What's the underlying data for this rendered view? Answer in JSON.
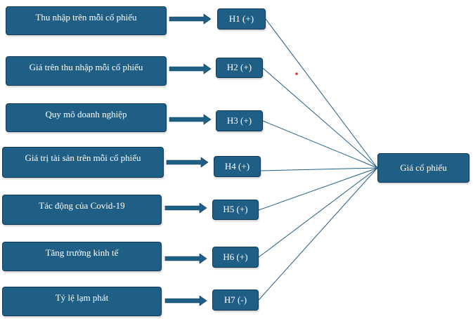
{
  "variables": [
    {
      "label": "Thu nhập trên mỗi cổ phiếu"
    },
    {
      "label": "Giá trên thu nhập mỗi cổ phiếu"
    },
    {
      "label": "Quy mô doanh nghiệp"
    },
    {
      "label": "Giá trị tài sản trên mỗi cổ phiếu"
    },
    {
      "label": "Tác động của Covid-19"
    },
    {
      "label": "Tăng trưởng kinh tế"
    },
    {
      "label": "Tỷ lệ lạm phát"
    }
  ],
  "hypotheses": [
    {
      "label": "H1 (+)"
    },
    {
      "label": "H2 (+)"
    },
    {
      "label": "H3 (+)"
    },
    {
      "label": "H4 (+)"
    },
    {
      "label": "H5 (+)"
    },
    {
      "label": "H6 (+)"
    },
    {
      "label": "H7 (-)"
    }
  ],
  "outcome": {
    "label": "Giá cổ phiếu"
  },
  "colors": {
    "box_fill": "#1f5f86",
    "box_border": "#0f3a57",
    "arrow": "#1f5f86",
    "line": "#1f5f86",
    "dot": "#e0303a"
  }
}
